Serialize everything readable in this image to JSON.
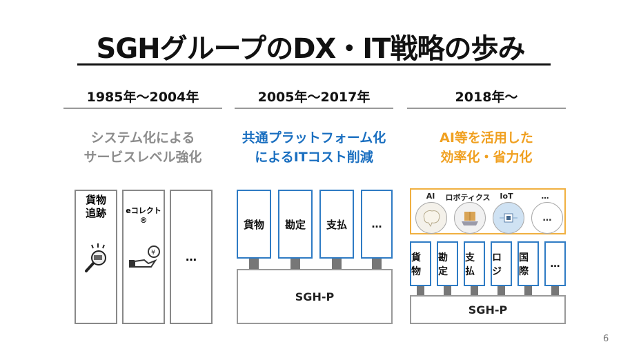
{
  "title": "SGHグループのDX・IT戦略の歩み",
  "page_number": "6",
  "colors": {
    "accent_blue": "#1a6fc0",
    "accent_orange": "#f0a020",
    "gray_text": "#8c8c8c"
  },
  "columns": [
    {
      "era": "1985年〜2004年",
      "subtitle": [
        "システム化による",
        "サービスレベル強化"
      ],
      "boxes": [
        {
          "label": [
            "貨物",
            "追跡"
          ],
          "icon": "magnifier-truck-icon"
        },
        {
          "label": [
            "eコレクト®"
          ],
          "icon": "hand-yen-coin-icon"
        },
        {
          "label": [
            "…"
          ]
        }
      ]
    },
    {
      "era": "2005年〜2017年",
      "subtitle": [
        "共通プラットフォーム化",
        "によるITコスト削減"
      ],
      "boxes": [
        "貨物",
        "勘定",
        "支払",
        "…"
      ],
      "platform": "SGH-P"
    },
    {
      "era": "2018年〜",
      "subtitle": [
        "AI等を活用した",
        "効率化・省力化"
      ],
      "tech": [
        {
          "label": "AI",
          "icon": "brain-icon"
        },
        {
          "label": "ロボティクス",
          "icon": "robot-cart-boxes-icon"
        },
        {
          "label": "IoT",
          "icon": "iot-chip-icon"
        },
        {
          "label": "…",
          "inner": "…"
        }
      ],
      "boxes": [
        "貨物",
        "勘定",
        "支払",
        "ロジ",
        "国際",
        "…"
      ],
      "platform": "SGH-P"
    }
  ]
}
